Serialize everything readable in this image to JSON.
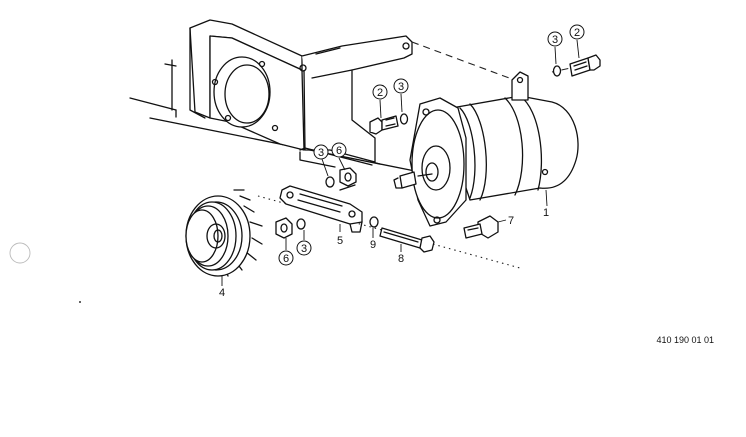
{
  "callouts": {
    "c1": "1",
    "c2a": "2",
    "c2b": "2",
    "c3a": "3",
    "c3b": "3",
    "c3c": "3",
    "c3d": "3",
    "c4": "4",
    "c5": "5",
    "c6a": "6",
    "c6b": "6",
    "c7": "7",
    "c8": "8",
    "c9": "9"
  },
  "figure_code": "410 190 01 01"
}
